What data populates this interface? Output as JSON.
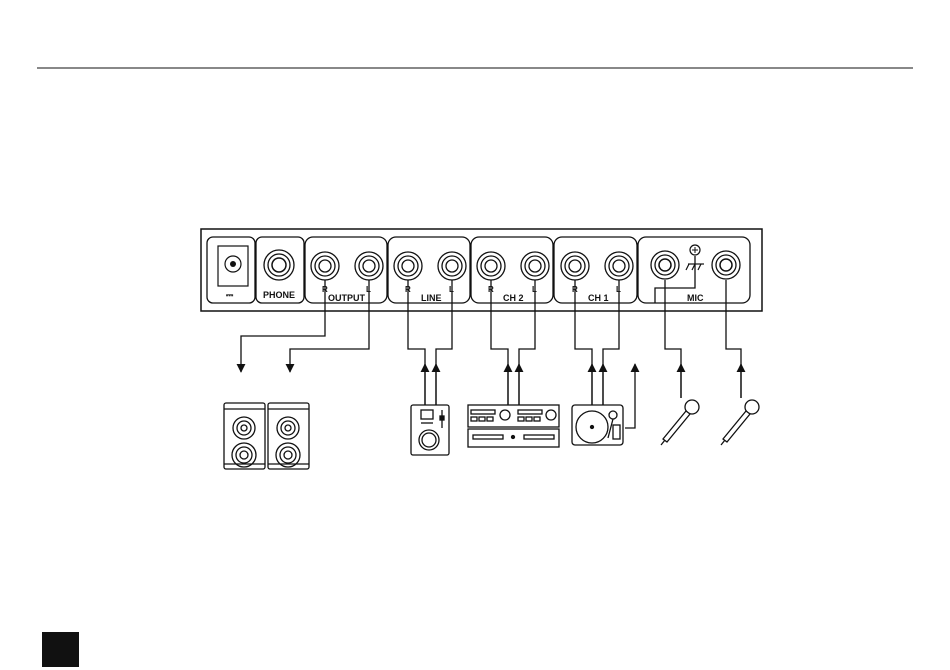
{
  "panel": {
    "sections": {
      "power": "⎓",
      "phone": "PHONE",
      "output": "OUTPUT",
      "line": "LINE",
      "ch2": "CH 2",
      "ch1": "CH 1",
      "mic": "MIC"
    },
    "channel_marks": {
      "right": "R",
      "left": "L"
    }
  },
  "connected_devices": [
    {
      "icon": "speaker-icon",
      "count": 2
    },
    {
      "icon": "line-device-icon",
      "count": 1
    },
    {
      "icon": "cd-player-icon",
      "count": 1
    },
    {
      "icon": "turntable-icon",
      "count": 1
    },
    {
      "icon": "microphone-icon",
      "count": 2
    }
  ],
  "colors": {
    "ink": "#111111",
    "page": "#ffffff"
  }
}
